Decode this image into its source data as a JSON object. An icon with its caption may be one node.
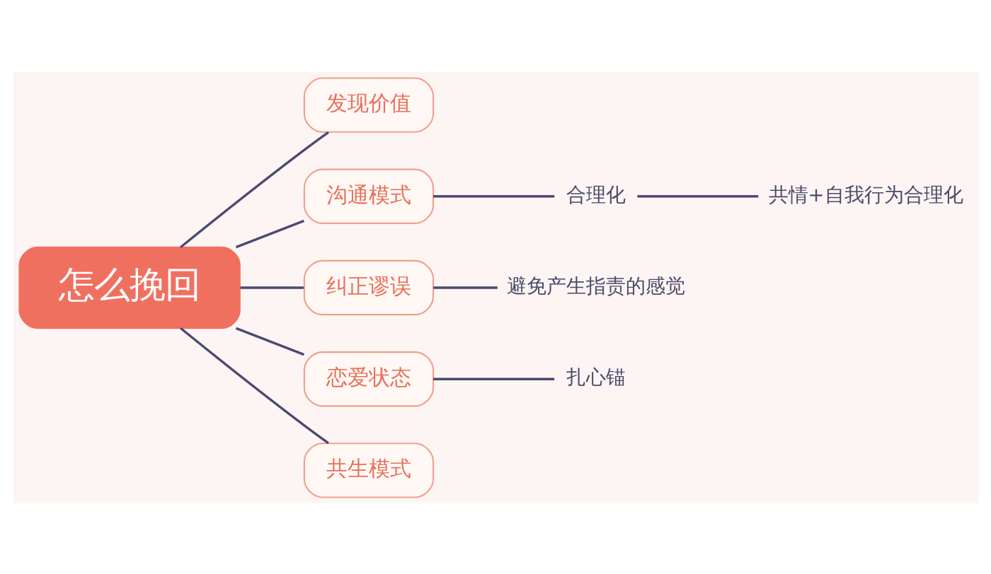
{
  "diagram": {
    "nodes": [
      {
        "text": [
          "怎么挽回"
        ]
      },
      {
        "text": [
          "发现价值"
        ]
      },
      {
        "text": [
          "沟通模式"
        ]
      },
      {
        "text": [
          "纠正谬误"
        ]
      },
      {
        "text": [
          "恋爱状态"
        ]
      },
      {
        "text": [
          "共生模式"
        ]
      },
      {
        "text": [
          "合理化"
        ]
      },
      {
        "text": [
          "共情+自我行为合理化"
        ]
      },
      {
        "text": [
          "避免产生指责的感觉"
        ]
      },
      {
        "text": [
          "扎心锚"
        ]
      }
    ],
    "edges": [
      {
        "from": 0,
        "to": 1,
        "arrow": "none"
      },
      {
        "from": 0,
        "to": 2,
        "arrow": "none"
      },
      {
        "from": 0,
        "to": 3,
        "arrow": "none"
      },
      {
        "from": 0,
        "to": 4,
        "arrow": "none"
      },
      {
        "from": 0,
        "to": 5,
        "arrow": "none"
      },
      {
        "from": 2,
        "to": 6,
        "arrow": "none"
      },
      {
        "from": 6,
        "to": 7,
        "arrow": "none"
      },
      {
        "from": 3,
        "to": 8,
        "arrow": "none"
      },
      {
        "from": 4,
        "to": 9,
        "arrow": "none"
      }
    ]
  }
}
